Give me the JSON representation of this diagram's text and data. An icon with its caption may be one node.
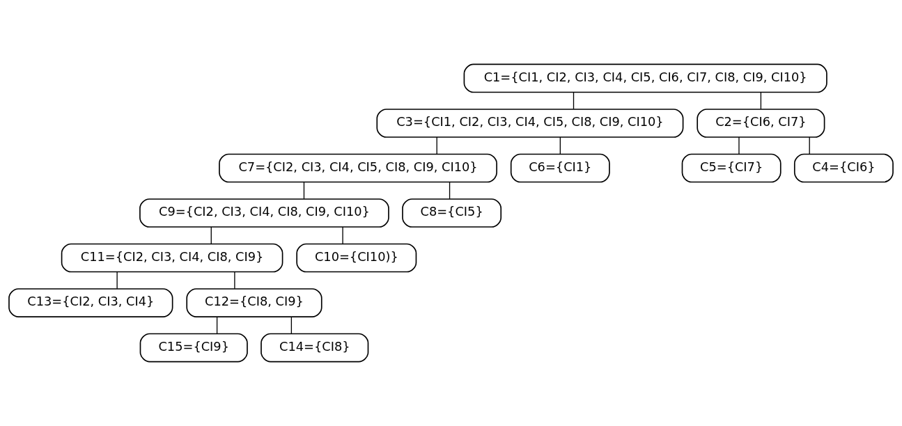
{
  "diagram": {
    "nodes": [
      {
        "text": [
          "C1={CI1, CI2, CI3, CI4, CI5, CI6, CI7, CI8, CI9, CI10}"
        ]
      },
      {
        "text": [
          "C3={CI1, CI2, CI3, CI4, CI5, CI8, CI9, CI10}"
        ]
      },
      {
        "text": [
          "C2={CI6, CI7}"
        ]
      },
      {
        "text": [
          "C7={CI2, CI3, CI4, CI5, CI8, CI9, CI10}"
        ]
      },
      {
        "text": [
          "C6={CI1}"
        ]
      },
      {
        "text": [
          "C5={CI7}"
        ]
      },
      {
        "text": [
          "C4={CI6}"
        ]
      },
      {
        "text": [
          "C9={CI2, CI3, CI4, CI8, CI9, CI10}"
        ]
      },
      {
        "text": [
          "C8={CI5}"
        ]
      },
      {
        "text": [
          "C11={CI2, CI3, CI4, CI8, CI9}"
        ]
      },
      {
        "text": [
          "C10={CI10)}"
        ]
      },
      {
        "text": [
          "C13={CI2, CI3, CI4}"
        ]
      },
      {
        "text": [
          "C12={CI8, CI9}"
        ]
      },
      {
        "text": [
          "C15={CI9}"
        ]
      },
      {
        "text": [
          "C14={CI8}"
        ]
      }
    ],
    "edges": [
      {
        "from": 0,
        "to": 1,
        "arrow": "none"
      },
      {
        "from": 0,
        "to": 2,
        "arrow": "none"
      },
      {
        "from": 1,
        "to": 3,
        "arrow": "none"
      },
      {
        "from": 1,
        "to": 4,
        "arrow": "none"
      },
      {
        "from": 2,
        "to": 5,
        "arrow": "none"
      },
      {
        "from": 2,
        "to": 6,
        "arrow": "none"
      },
      {
        "from": 3,
        "to": 7,
        "arrow": "none"
      },
      {
        "from": 3,
        "to": 8,
        "arrow": "none"
      },
      {
        "from": 7,
        "to": 9,
        "arrow": "none"
      },
      {
        "from": 7,
        "to": 10,
        "arrow": "none"
      },
      {
        "from": 9,
        "to": 11,
        "arrow": "none"
      },
      {
        "from": 9,
        "to": 12,
        "arrow": "none"
      },
      {
        "from": 12,
        "to": 13,
        "arrow": "none"
      },
      {
        "from": 12,
        "to": 14,
        "arrow": "none"
      }
    ]
  }
}
